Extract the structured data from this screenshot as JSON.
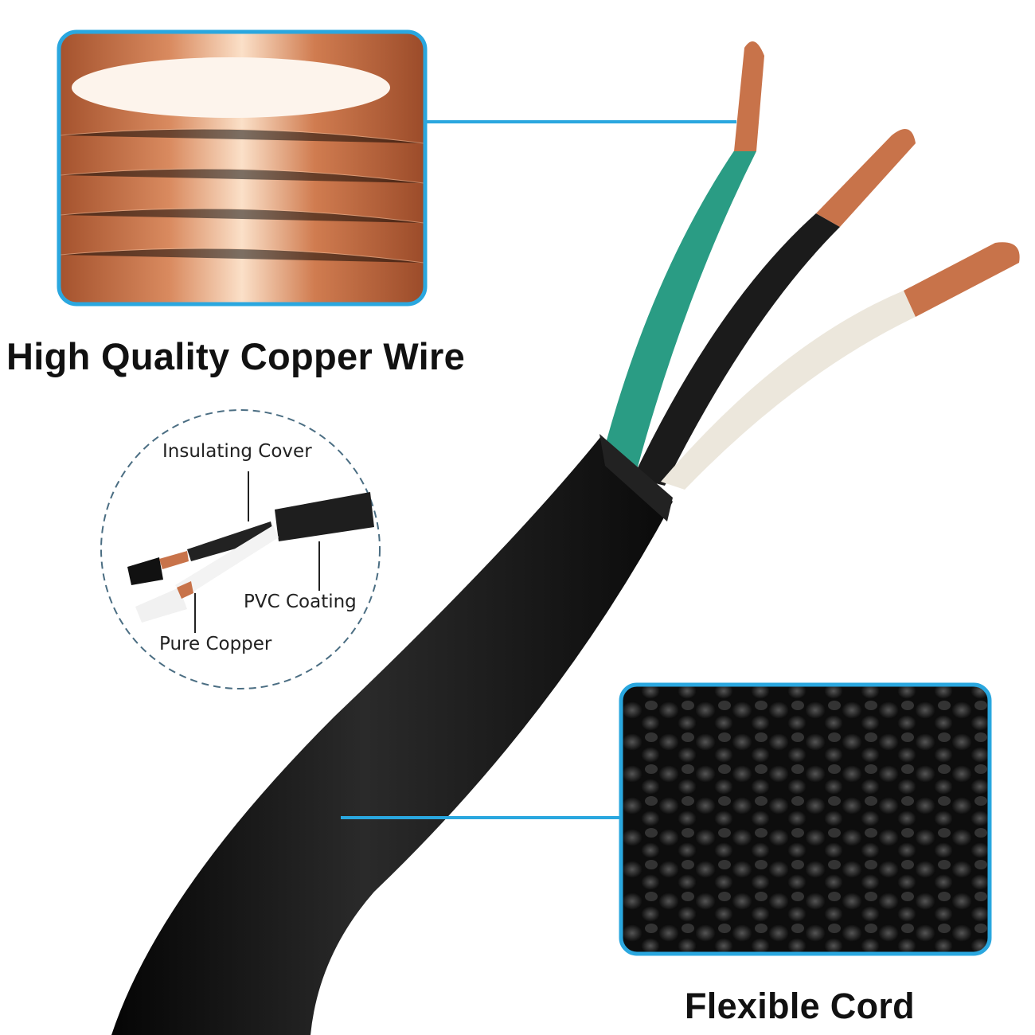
{
  "copper_panel": {
    "title": "High Quality Copper Wire"
  },
  "diagram": {
    "labels": {
      "insulating_cover": "Insulating Cover",
      "pvc_coating": "PVC Coating",
      "pure_copper": "Pure Copper"
    }
  },
  "cord_panel": {
    "title": "Flexible Cord"
  },
  "colors": {
    "accent": "#2aa7df",
    "copper": "#c8734a",
    "cable": "#141414",
    "green_wire": "#2a9c84",
    "white_wire": "#ece7dc"
  }
}
